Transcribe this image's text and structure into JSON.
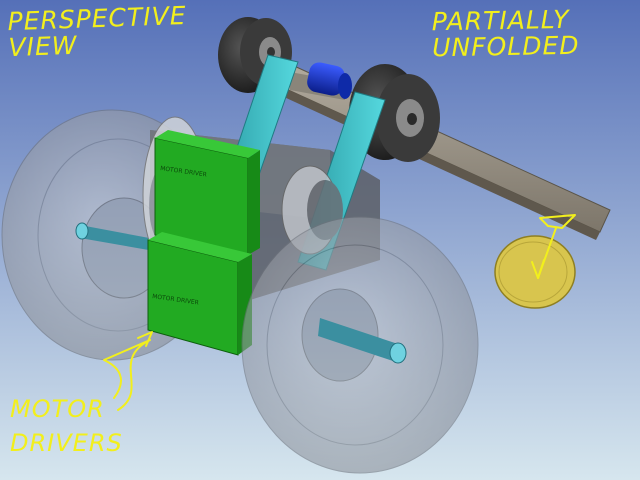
{
  "annotations": {
    "perspective": [
      "PERSPECTIVE",
      "VIEW"
    ],
    "unfolded": [
      "PARTIALLY",
      "UNFOLDED"
    ],
    "motor_drivers": [
      "MOTOR",
      "DRIVERS"
    ]
  },
  "driver_boards": {
    "upper_label": "MOTOR DRIVER",
    "lower_label": "MOTOR DRIVER"
  },
  "colors": {
    "background_top": "#5570b8",
    "background_bottom": "#d6e6ee",
    "annotation": "#f2ef1c",
    "driver_board": "#22aa22",
    "linkage_arms": "#3cc4cc",
    "coupler": "#1a3ad6",
    "sensor_disc": "#d8c54e"
  },
  "icons": [
    "main-wheel",
    "caster-wheel",
    "motor-driver-board",
    "coupler",
    "sensor-disc",
    "arrow"
  ]
}
